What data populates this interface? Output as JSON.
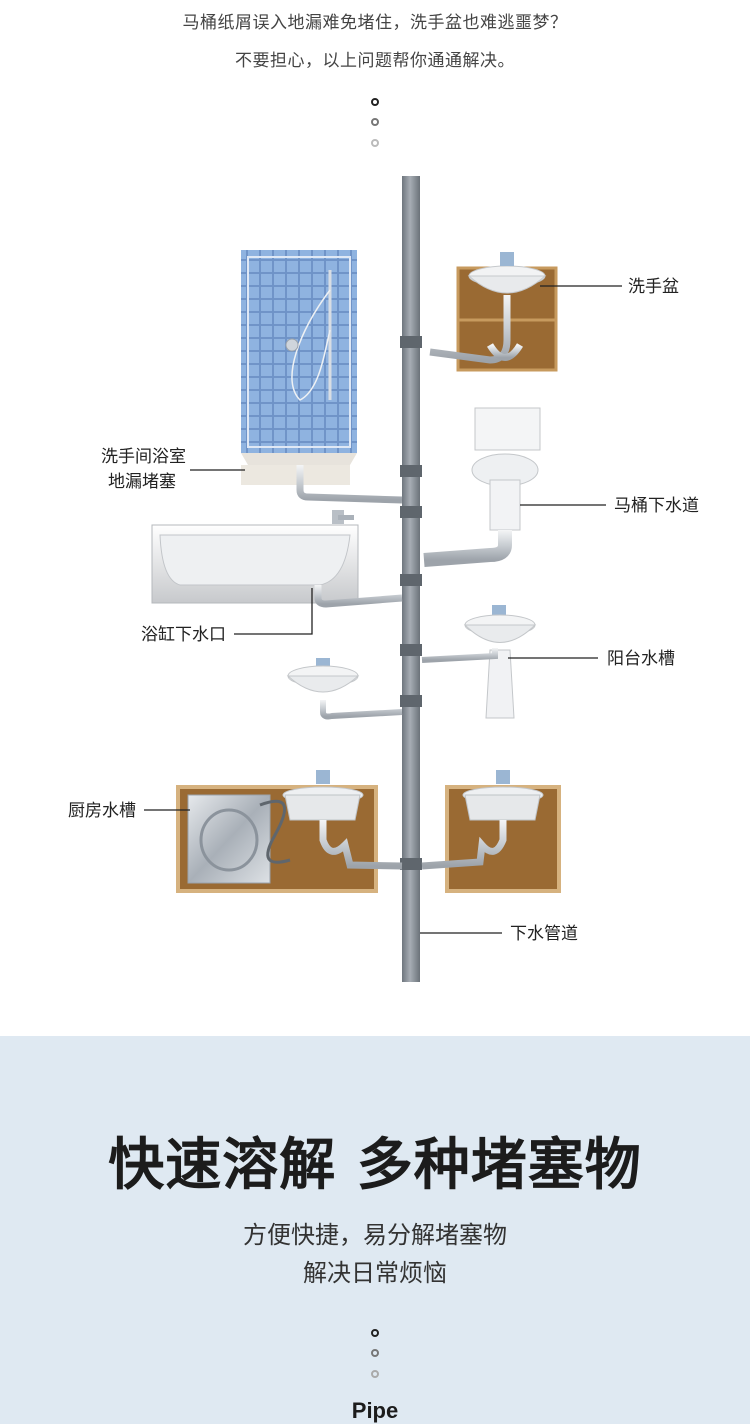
{
  "intro": {
    "line1": "马桶纸屑误入地漏难免堵住，洗手盆也难逃噩梦？",
    "line2": "不要担心，以上问题帮你通通解决。"
  },
  "labels": {
    "wash_basin": "洗手盆",
    "floor_drain_line1": "洗手间浴室",
    "floor_drain_line2": "地漏堵塞",
    "toilet_drain": "马桶下水道",
    "bathtub_drain": "浴缸下水口",
    "balcony_sink": "阳台水槽",
    "kitchen_sink": "厨房水槽",
    "drain_pipe": "下水管道"
  },
  "feature": {
    "headline": "快速溶解 多种堵塞物",
    "sub1": "方便快捷，易分解堵塞物",
    "sub2": "解决日常烦恼"
  },
  "footer": {
    "word": "Pipe"
  },
  "colors": {
    "pipe": "#8c939b",
    "cabinet": "#9a6a33",
    "tile": "#7fa6d8",
    "panel": "#dfe9f2"
  }
}
